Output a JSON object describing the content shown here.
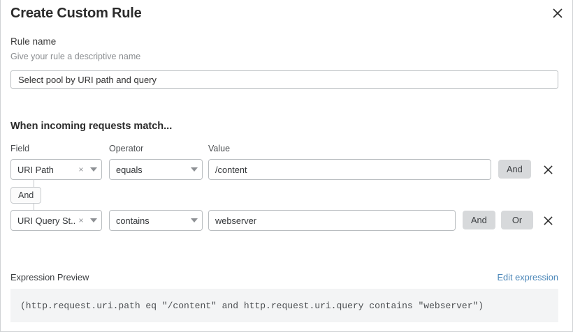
{
  "dialog": {
    "title": "Create Custom Rule",
    "close_icon": "close-icon"
  },
  "rule_name": {
    "label": "Rule name",
    "help": "Give your rule a descriptive name",
    "value": "Select pool by URI path and query",
    "placeholder": ""
  },
  "match": {
    "heading": "When incoming requests match...",
    "columns": {
      "field": "Field",
      "operator": "Operator",
      "value": "Value"
    },
    "connector": {
      "label": "And"
    },
    "rows": [
      {
        "field": "URI Path",
        "clear_icon": "×",
        "operator": "equals",
        "value": "/content",
        "and_label": "And",
        "delete_icon": "close-icon"
      },
      {
        "field": "URI Query St...",
        "clear_icon": "×",
        "operator": "contains",
        "value": "webserver",
        "and_label": "And",
        "or_label": "Or",
        "delete_icon": "close-icon"
      }
    ]
  },
  "expression": {
    "label": "Expression Preview",
    "edit_link": "Edit expression",
    "code": "(http.request.uri.path eq \"/content\" and http.request.uri.query contains \"webserver\")"
  },
  "colors": {
    "link": "#4a86b8",
    "logic_button_bg": "#d7d9db",
    "code_bg": "#f3f4f5",
    "border": "#b9bdc0"
  }
}
